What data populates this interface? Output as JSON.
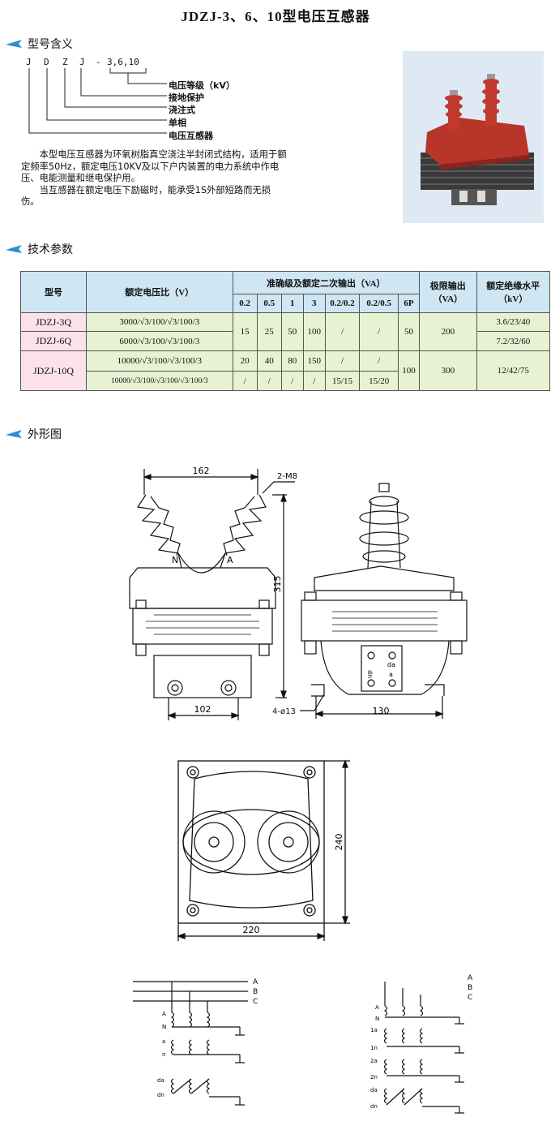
{
  "title": "JDZJ-3、6、10型电压互感器",
  "sections": {
    "model_meaning": "型号含义",
    "tech_params": "技术参数",
    "outline": "外形图"
  },
  "model_code": {
    "letters": [
      "J",
      "D",
      "Z",
      "J",
      "-",
      "3,6,10"
    ],
    "legend": [
      "电压等级（kV）",
      "接地保护",
      "浇注式",
      "单相",
      "电压互感器"
    ]
  },
  "description": [
    "本型电压互感器为环氧树脂真空浇注半封闭式结构，适用于额定频率50Hz，额定电压10KV及以下户内装置的电力系统中作电压、电能测量和继电保护用。",
    "当互感器在额定电压下励磁时，能承受1S外部短路而无损伤。"
  ],
  "table": {
    "headers": {
      "model": "型号",
      "ratio": "额定电压比（V）",
      "accuracy": "准确级及额定二次输出（VA）",
      "limit": "极限输出（VA）",
      "insulation": "额定绝缘水平（kV）"
    },
    "classes": [
      "0.2",
      "0.5",
      "1",
      "3",
      "0.2/0.2",
      "0.2/0.5",
      "6P"
    ],
    "rows": [
      {
        "model": "JDZJ-3Q",
        "ratio": "3000/√3/100/√3/100/3",
        "insulation": "3.6/23/40"
      },
      {
        "model": "JDZJ-6Q",
        "ratio": "6000/√3/100/√3/100/3",
        "insulation": "7.2/32/60"
      }
    ],
    "shared_36": {
      "c02": "15",
      "c05": "25",
      "c1": "50",
      "c3": "100",
      "c0202": "/",
      "c0205": "/",
      "c6p": "50",
      "limit": "200"
    },
    "row10": {
      "model": "JDZJ-10Q",
      "ratio1": "10000/√3/100/√3/100/3",
      "ratio2": "10000/√3/100/√3/100/√3/100/3",
      "r1": {
        "c02": "20",
        "c05": "40",
        "c1": "80",
        "c3": "150",
        "c0202": "/",
        "c0205": "/"
      },
      "r2": {
        "c02": "/",
        "c05": "/",
        "c1": "/",
        "c3": "/",
        "c0202": "15/15",
        "c0205": "15/20"
      },
      "c6p": "100",
      "limit": "300",
      "insulation": "12/42/75"
    }
  },
  "drawing": {
    "front": {
      "width": "162",
      "height": "315",
      "bolt": "2-M8",
      "base": "102",
      "terminal_n": "N",
      "terminal_a": "A"
    },
    "side": {
      "width": "130",
      "holes": "4-ø13",
      "dn": "dn",
      "da": "da",
      "a": "a"
    },
    "top": {
      "width": "220",
      "height": "240"
    },
    "phases": [
      "A",
      "B",
      "C"
    ],
    "wiring_labels": {
      "A": "A",
      "N": "N",
      "a": "a",
      "n": "n",
      "da": "da",
      "dn": "dn",
      "a1": "1a",
      "n1": "1n",
      "a2": "2a",
      "n2": "2n"
    }
  },
  "colors": {
    "header_bg": "#cfe6f3",
    "model_bg": "#fbe2ea",
    "cell_bg": "#e6f2d2",
    "bullet": "#2a8fd6",
    "insulator": "#b8352a"
  }
}
